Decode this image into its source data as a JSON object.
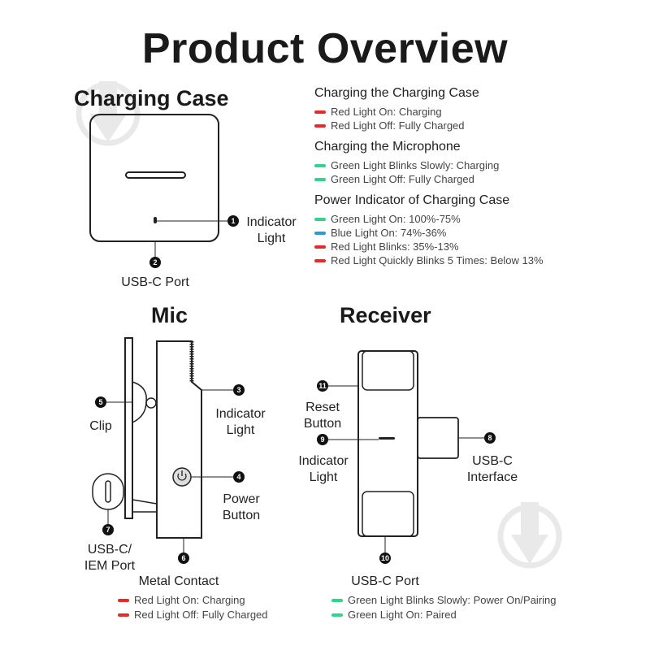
{
  "title": "Product Overview",
  "colors": {
    "red": "#e52a2a",
    "green": "#2fd58c",
    "blue": "#2a9bd8"
  },
  "charging_case": {
    "heading": "Charging Case",
    "callouts": [
      {
        "num": "1",
        "label": "Indicator Light"
      },
      {
        "num": "2",
        "label": "USB-C Port"
      }
    ]
  },
  "legend_groups": [
    {
      "heading": "Charging the Charging Case",
      "items": [
        {
          "color": "red",
          "text": "Red Light On: Charging"
        },
        {
          "color": "red",
          "text": "Red Light Off: Fully Charged"
        }
      ]
    },
    {
      "heading": "Charging the Microphone",
      "items": [
        {
          "color": "green",
          "text": "Green Light Blinks Slowly: Charging"
        },
        {
          "color": "green",
          "text": "Green Light Off: Fully Charged"
        }
      ]
    },
    {
      "heading": "Power Indicator of Charging Case",
      "items": [
        {
          "color": "green",
          "text": "Green Light On: 100%-75%"
        },
        {
          "color": "blue",
          "text": "Blue Light On: 74%-36%"
        },
        {
          "color": "red",
          "text": "Red Light Blinks: 35%-13%"
        },
        {
          "color": "red",
          "text": "Red Light Quickly Blinks 5 Times: Below 13%"
        }
      ]
    }
  ],
  "mic": {
    "heading": "Mic",
    "callouts": [
      {
        "num": "3",
        "label": "Indicator Light"
      },
      {
        "num": "4",
        "label": "Power Button"
      },
      {
        "num": "5",
        "label": "Clip"
      },
      {
        "num": "6",
        "label": "Metal Contact"
      },
      {
        "num": "7",
        "label": "USB-C/ IEM Port"
      }
    ],
    "legend": [
      {
        "color": "red",
        "text": "Red Light On: Charging"
      },
      {
        "color": "red",
        "text": "Red Light Off: Fully Charged"
      }
    ]
  },
  "receiver": {
    "heading": "Receiver",
    "callouts": [
      {
        "num": "8",
        "label": "USB-C Interface"
      },
      {
        "num": "9",
        "label": "Indicator Light"
      },
      {
        "num": "10",
        "label": "USB-C Port"
      },
      {
        "num": "11",
        "label": "Reset Button"
      }
    ],
    "legend": [
      {
        "color": "green",
        "text": "Green Light Blinks Slowly: Power On/Pairing"
      },
      {
        "color": "green",
        "text": "Green Light On: Paired"
      }
    ]
  }
}
